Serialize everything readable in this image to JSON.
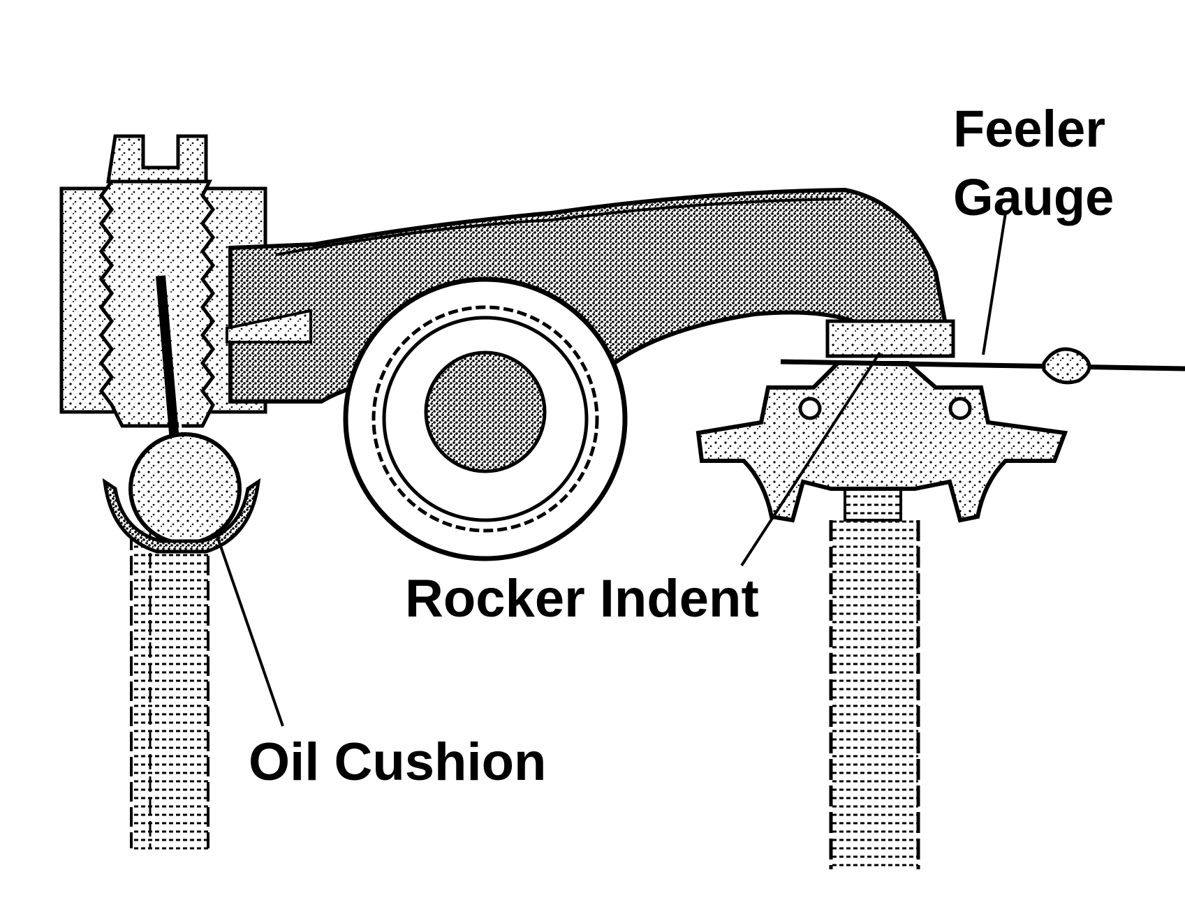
{
  "labels": {
    "feeler_gauge_line1": "Feeler",
    "feeler_gauge_line2": "Gauge",
    "rocker_indent": "Rocker Indent",
    "oil_cushion": "Oil Cushion"
  },
  "colors": {
    "ink": "#000000",
    "paper": "#ffffff",
    "shade": "#2a2a2a"
  }
}
